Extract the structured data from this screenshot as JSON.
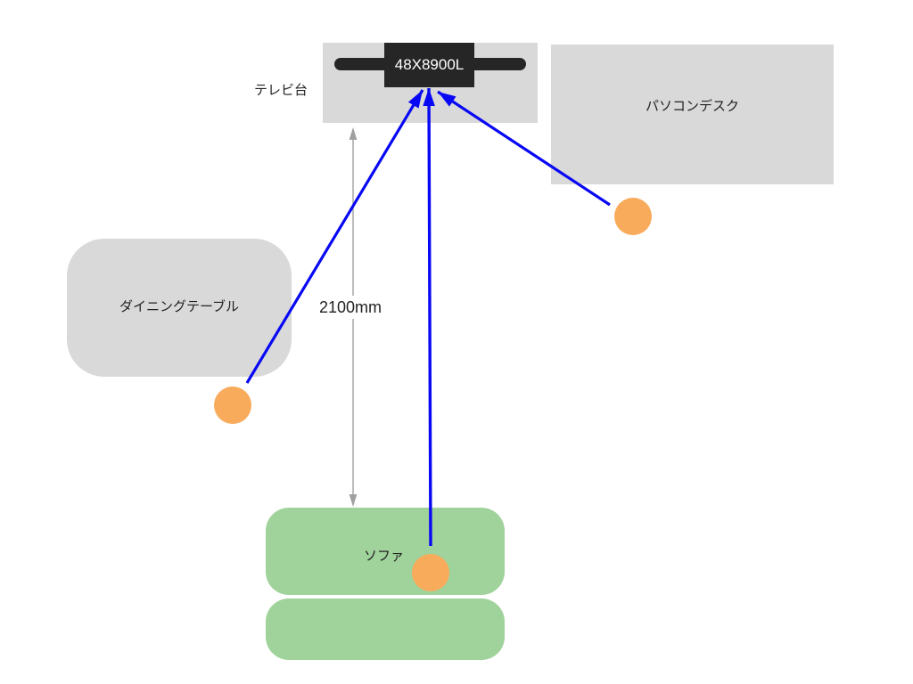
{
  "diagram": {
    "type": "room-layout-tv-viewing-distance",
    "tv": {
      "model_label": "48X8900L"
    },
    "furniture": {
      "tv_stand": {
        "label": "テレビ台"
      },
      "pc_desk": {
        "label": "パソコンデスク"
      },
      "dining_table": {
        "label": "ダイニングテーブル"
      },
      "sofa": {
        "label": "ソファ"
      }
    },
    "measurement": {
      "distance_label": "2100mm"
    },
    "viewers": {
      "count": 3,
      "positions": [
        "dining-table",
        "pc-desk",
        "sofa"
      ]
    },
    "colors": {
      "background": "#ffffff",
      "furniture_gray": "#d9d9d9",
      "sofa_green": "#a0d29b",
      "viewer_orange": "#f9ab5c",
      "sightline_blue": "#0808f5",
      "measure_gray": "#a0a0a0",
      "tv_black": "#262626",
      "label_text": "#222222",
      "tv_model_text": "#ffffff"
    }
  }
}
